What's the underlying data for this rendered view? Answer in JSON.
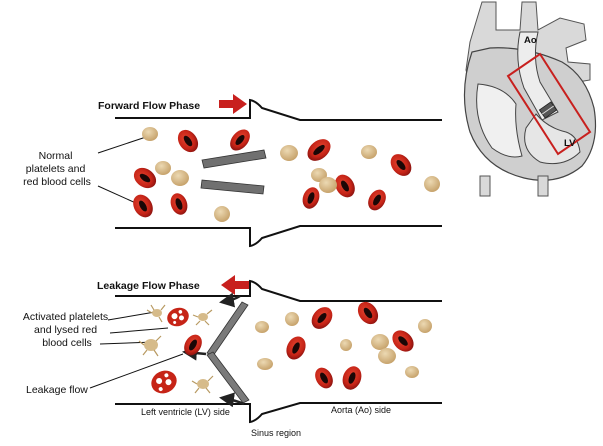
{
  "forward_phase": {
    "title": "Forward Flow Phase",
    "label_lines": [
      "Normal",
      "platelets and",
      "red blood cells"
    ]
  },
  "leakage_phase": {
    "title": "Leakage Flow Phase",
    "activated_lines": [
      "Activated platelets",
      "and lysed red",
      "blood cells"
    ],
    "leakage_label": "Leakage flow",
    "lv_side": "Left ventricle (LV) side",
    "ao_side": "Aorta (Ao) side",
    "sinus": "Sinus region"
  },
  "heart": {
    "ao_label": "Ao",
    "lv_label": "LV"
  },
  "colors": {
    "arrow_red": "#c8201e",
    "rbc_red": "#c62417",
    "platelet_tan": "#d6bb8a",
    "leaflet_gray": "#6f6f6f",
    "heart_gray": "#c9c9c9"
  }
}
